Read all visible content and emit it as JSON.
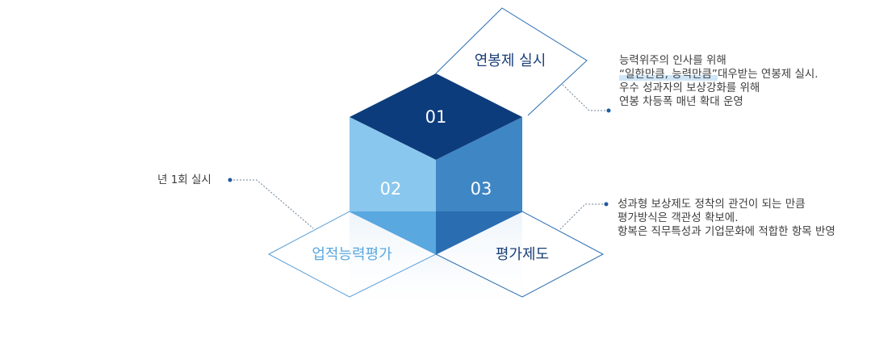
{
  "colors": {
    "top_face": "#0d3c7c",
    "left_face_light": "#8ac7ee",
    "left_face_dark": "#5aa8e0",
    "right_face_light": "#3f86c5",
    "right_face_dark": "#2a6db0",
    "panel_stroke": "#5b9fd6",
    "leader_dot": "#1d5a9e"
  },
  "cube": {
    "top_number": "01",
    "left_number": "02",
    "right_number": "03"
  },
  "panels": {
    "top_label": "연봉제 실시",
    "left_label": "업적능력평가",
    "right_label": "평가제도"
  },
  "notes": {
    "top_right": {
      "line1": "능력위주의 인사를 위해",
      "line2_highlight": "“일한만큼, 능력만큼”",
      "line2_rest": "대우받는 연봉제 실시.",
      "line3": "우수 성과자의 보상강화를 위해",
      "line4": "연봉 차등폭 매년 확대 운영"
    },
    "left": {
      "line1": "년 1회 실시"
    },
    "bottom_right": {
      "line1": "성과형 보상제도 정착의 관건이 되는 만큼",
      "line2": "평가방식은 객관성 확보에.",
      "line3": "항복은 직무특성과 기업문화에 적합한 항목 반영"
    }
  }
}
